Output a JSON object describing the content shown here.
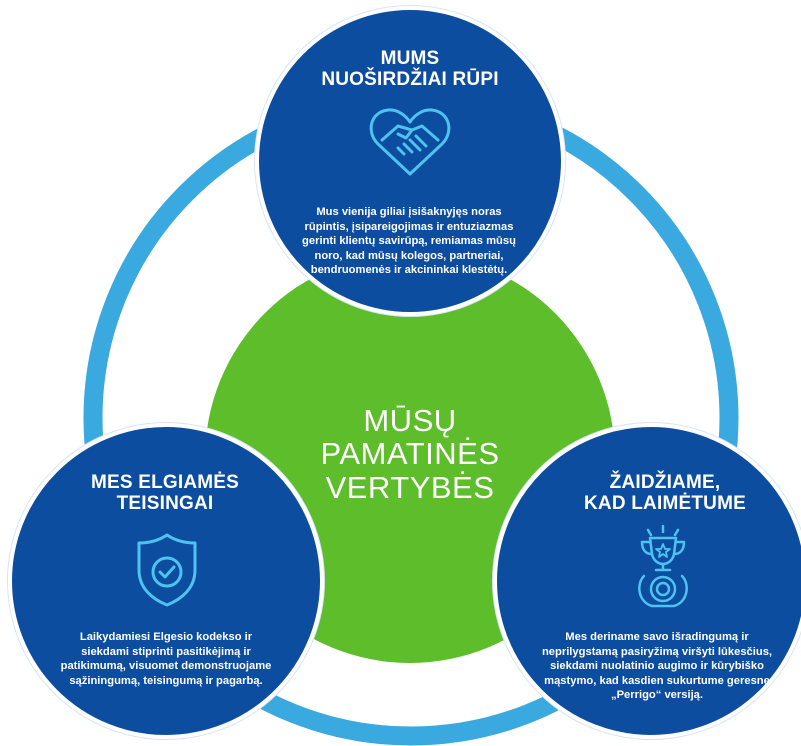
{
  "center": {
    "title_line1": "MŪSŲ",
    "title_line2": "PAMATINĖS",
    "title_line3": "VERTYBĖS"
  },
  "top": {
    "title_line1": "MUMS",
    "title_line2": "NUOŠIRDŽIAI RŪPI",
    "icon": "handshake-heart-icon",
    "body": "Mus vienija giliai įsišaknyjęs noras rūpintis, įsipareigojimas ir entuziazmas gerinti klientų savirūpą, remiamas mūsų noro, kad mūsų kolegos, partneriai, bendruomenės ir akcininkai klestėtų."
  },
  "left": {
    "title_line1": "MES ELGIAMĖS",
    "title_line2": "TEISINGAI",
    "icon": "shield-check-icon",
    "body": "Laikydamiesi Elgesio kodekso ir siekdami stiprinti pasitikėjimą ir patikimumą, visuomet demonstruojame sąžiningumą, teisingumą ir pagarbą."
  },
  "right": {
    "title_line1": "ŽAIDŽIAME,",
    "title_line2": "KAD LAIMĖTUME",
    "icon": "trophy-icon",
    "body": "Mes deriname savo išradingumą ir neprilygstamą pasiryžimą viršyti lūkesčius, siekdami nuolatinio augimo ir kūrybiško mąstymo, kad kasdien sukurtume geresnę „Perrigo“ versiją."
  },
  "colors": {
    "blue": "#0d4da0",
    "green": "#5dbd2b",
    "ring": "#3aa9df",
    "icon_line": "#4fc3f0"
  }
}
